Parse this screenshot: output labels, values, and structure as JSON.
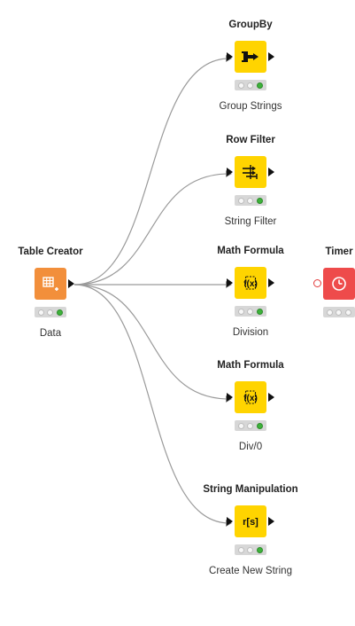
{
  "colors": {
    "source": "#f28f3b",
    "manipulator": "#ffd400",
    "flow": "#ee4b4b",
    "connection": "#8a8a8a",
    "status_ok": "#3db33a"
  },
  "nodes": {
    "table_creator": {
      "title": "Table Creator",
      "label": "Data",
      "icon": "table-icon"
    },
    "groupby": {
      "title": "GroupBy",
      "label": "Group Strings",
      "icon": "groupby-icon"
    },
    "row_filter": {
      "title": "Row Filter",
      "label": "String Filter",
      "icon": "row-filter-icon"
    },
    "math1": {
      "title": "Math Formula",
      "label": "Division",
      "icon": "math-formula-icon",
      "glyph": "f(x)"
    },
    "math2": {
      "title": "Math Formula",
      "label": "Div/0",
      "icon": "math-formula-icon",
      "glyph": "f(x)"
    },
    "string_manip": {
      "title": "String Manipulation",
      "label": "Create New String",
      "icon": "string-manipulation-icon",
      "glyph": "r[s]"
    },
    "timer": {
      "title": "Timer",
      "label": "",
      "icon": "timer-icon"
    }
  }
}
